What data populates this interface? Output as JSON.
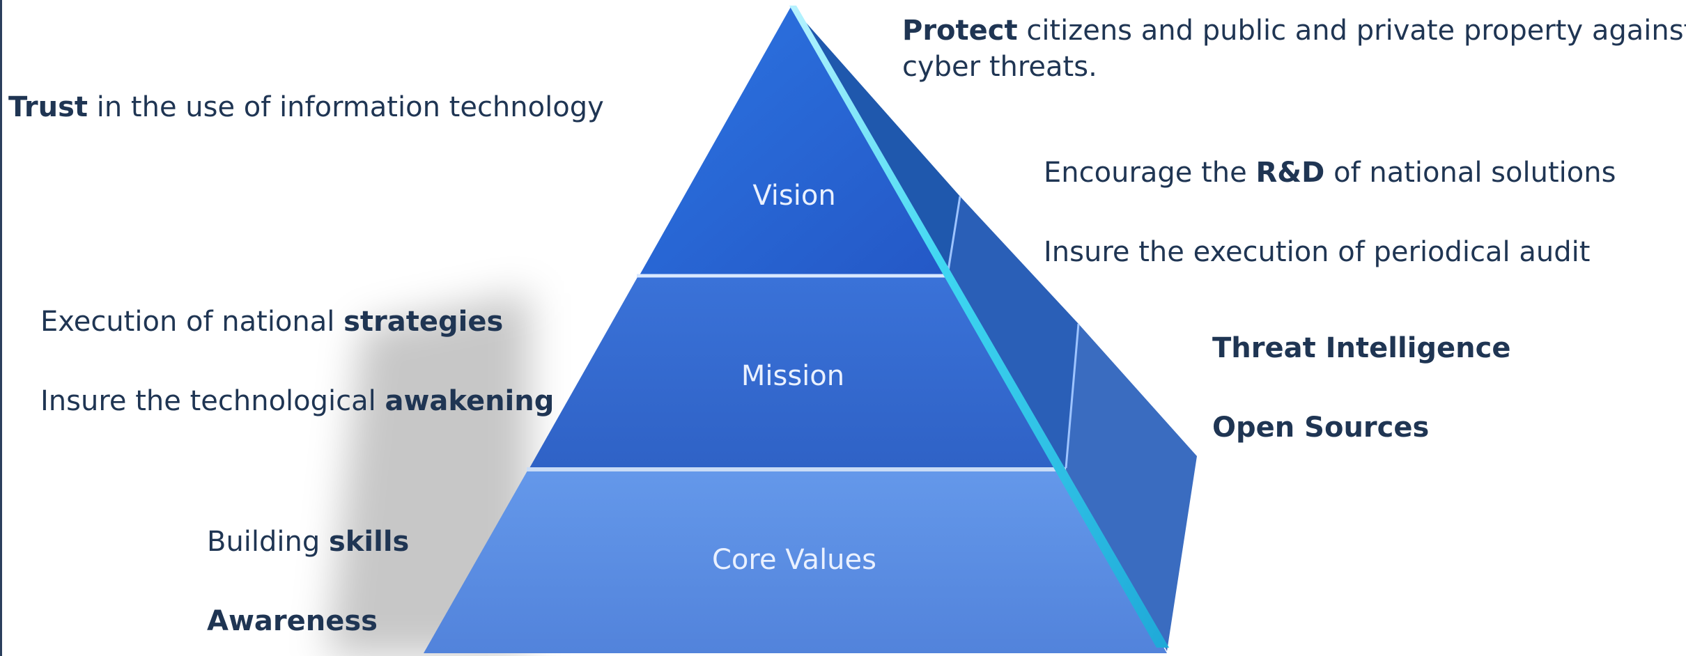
{
  "pyramid": {
    "tiers": [
      {
        "id": "vision",
        "label": "Vision"
      },
      {
        "id": "mission",
        "label": "Mission"
      },
      {
        "id": "core",
        "label": "Core Values"
      }
    ]
  },
  "annotations": {
    "trust": {
      "bold": "Trust",
      "rest": " in the use of information technology"
    },
    "protect": {
      "bold": "Protect",
      "rest": " citizens and public and private property against",
      "line2": "cyber threats."
    },
    "encourage": {
      "pre": "Encourage the ",
      "bold": "R&D",
      "rest": " of national solutions"
    },
    "insure_audit": {
      "text": "Insure the execution of periodical audit"
    },
    "execution": {
      "pre": "Execution of national ",
      "bold": "strategies"
    },
    "insure_tech": {
      "pre": "Insure the technological ",
      "bold": "awakening"
    },
    "threat": {
      "bold": "Threat Intelligence"
    },
    "open_sources": {
      "bold": "Open Sources"
    },
    "building": {
      "pre": "Building ",
      "bold": "skills"
    },
    "awareness": {
      "bold": "Awareness"
    }
  },
  "colors": {
    "text": "#1f3553",
    "vision_face": "#2f6fdc",
    "mission_face": "#3468cf",
    "core_face": "#5b8fe6",
    "side_face": "#1d54a8",
    "edge_highlight": "#49d6f2"
  }
}
